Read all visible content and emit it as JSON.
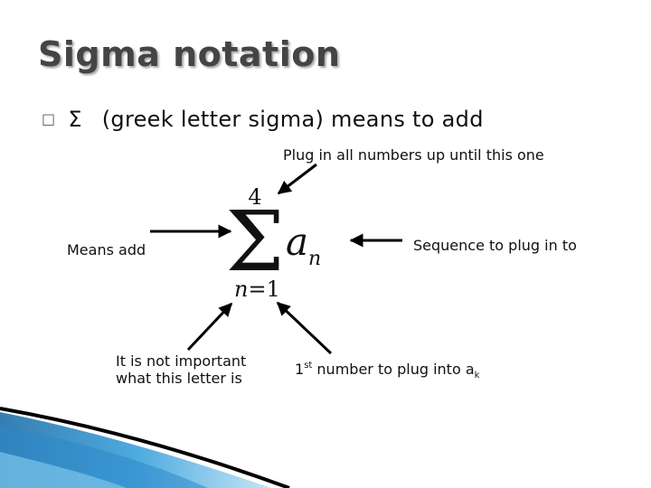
{
  "slide": {
    "title": "Sigma notation",
    "bullet": {
      "glyph": "□",
      "symbol": "Σ",
      "text": "(greek letter sigma) means to add"
    }
  },
  "formula": {
    "upper_limit": "4",
    "sigma": "Σ",
    "term_base": "a",
    "term_subscript": "n",
    "index_var": "n",
    "index_eq": "=",
    "lower_limit": "1"
  },
  "annotations": {
    "upper_limit_note": "Plug in all numbers up until this one",
    "sigma_note": "Means add",
    "sequence_note": "Sequence to plug in to",
    "index_note": "It is not important what this letter is",
    "lower_limit_note": {
      "number": "1",
      "superscript": "st",
      "text": " number to plug into a",
      "subscript": "k"
    }
  },
  "colors": {
    "title": "#444444",
    "text": "#111111",
    "decor_blue": "#2b89c9",
    "decor_light": "#7cc4ea"
  }
}
